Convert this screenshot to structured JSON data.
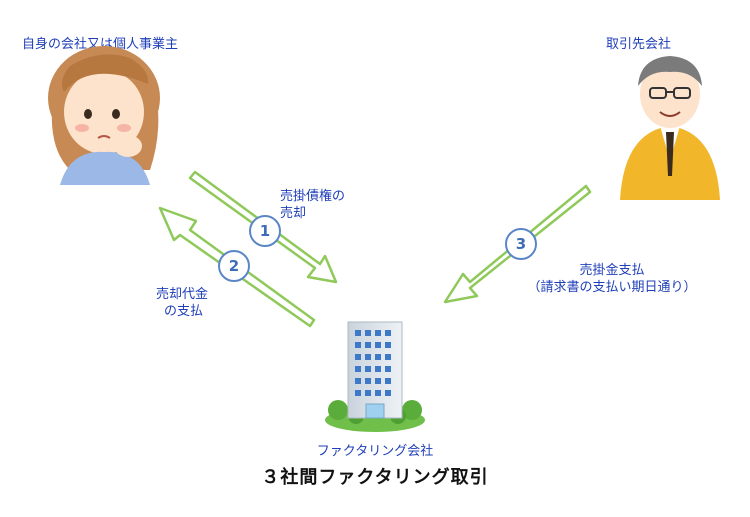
{
  "diagram": {
    "title": "３社間ファクタリング取引",
    "parties": {
      "self": "自身の会社又は個人事業主",
      "client": "取引先会社",
      "factoring": "ファクタリング会社"
    },
    "steps": [
      {
        "number": "1",
        "lines": [
          "売掛債権の",
          "売却"
        ]
      },
      {
        "number": "2",
        "lines": [
          "売却代金",
          "の支払"
        ]
      },
      {
        "number": "3",
        "lines": [
          "売掛金支払",
          "（請求書の支払い期日通り）"
        ]
      }
    ]
  },
  "colors": {
    "label": "#1f3fb8",
    "arrow_stroke": "#8fc95a",
    "arrow_fill": "#ffffff",
    "badge": "#5b86c6"
  }
}
